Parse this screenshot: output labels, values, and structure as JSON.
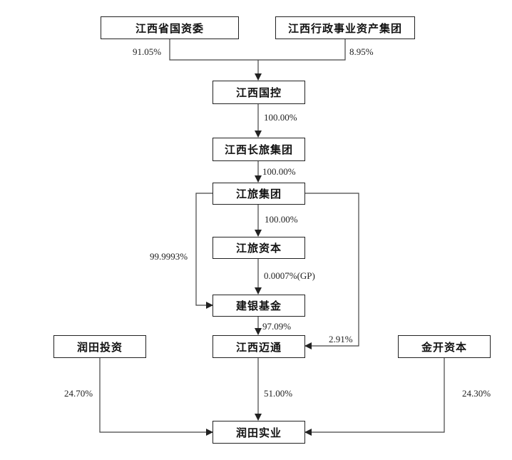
{
  "entities": {
    "jiangxi_sasac": "江西省国资委",
    "jiangxi_admin_asset_group": "江西行政事业资产集团",
    "jiangxi_guokong": "江西国控",
    "jiangxi_changlv_group": "江西长旅集团",
    "jianglv_group": "江旅集团",
    "jianglv_capital": "江旅资本",
    "jianyin_fund": "建银基金",
    "jiangxi_maitong": "江西迈通",
    "runtian_investment": "润田投资",
    "jinkai_capital": "金开资本",
    "runtian_industry": "润田实业"
  },
  "ownership": {
    "sasac_to_guokong": "91.05%",
    "admin_to_guokong": "8.95%",
    "guokong_to_changlv": "100.00%",
    "changlv_to_jianglv": "100.00%",
    "jianglv_to_capital": "100.00%",
    "jianglv_to_fund": "99.9993%",
    "capital_to_fund": "0.0007%(GP)",
    "fund_to_maitong": "97.09%",
    "jianglv_to_maitong": "2.91%",
    "maitong_to_runtian": "51.00%",
    "runtian_inv_to_runtian": "24.70%",
    "jinkai_to_runtian": "24.30%"
  }
}
